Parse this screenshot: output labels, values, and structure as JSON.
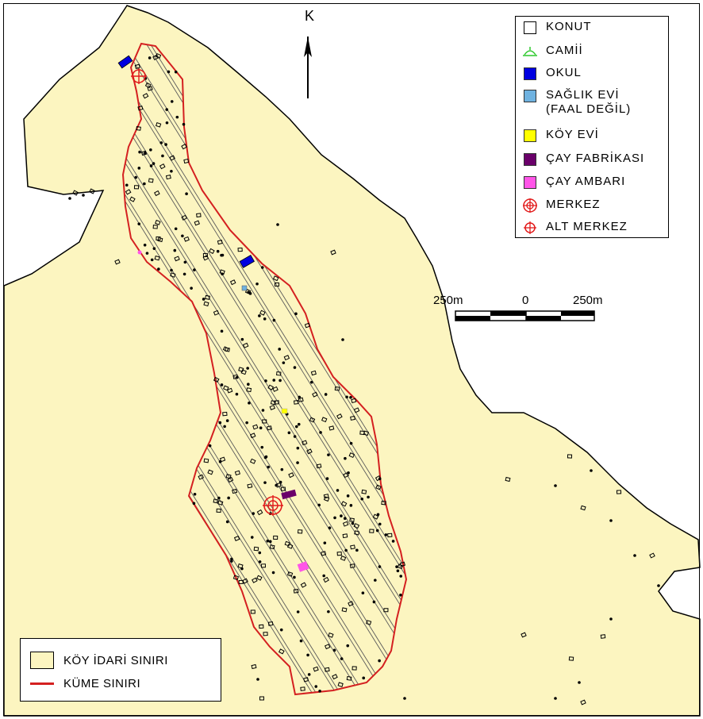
{
  "north_label": "K",
  "legend": {
    "items": [
      {
        "label": "KONUT",
        "symbol": "konut",
        "color": "#ffffff"
      },
      {
        "label": "CAMİİ",
        "symbol": "camii",
        "color": "#2cc82c"
      },
      {
        "label": "OKUL",
        "symbol": "okul",
        "color": "#0000e0"
      },
      {
        "label": "SAĞLIK EVİ",
        "label2": "(FAAL DEĞİL)",
        "symbol": "saglik",
        "color": "#6fb2e0"
      },
      {
        "label": "KÖY EVİ",
        "symbol": "koyevi",
        "color": "#ffff00"
      },
      {
        "label": "ÇAY FABRİKASI",
        "symbol": "fabrika",
        "color": "#6a006a"
      },
      {
        "label": "ÇAY AMBARI",
        "symbol": "ambar",
        "color": "#ff55e8"
      },
      {
        "label": "MERKEZ",
        "symbol": "merkez",
        "color": "#e21a1a"
      },
      {
        "label": "ALT MERKEZ",
        "symbol": "altmerkez",
        "color": "#e21a1a"
      }
    ]
  },
  "scale": {
    "left_label": "250m",
    "mid_label": "0",
    "right_label": "250m"
  },
  "bottom_legend": {
    "admin_label": "KÖY İDARİ SINIRI",
    "cluster_label": "KÜME SINIRI"
  },
  "colors": {
    "village_fill": "#fcf5c0",
    "cluster_border": "#d42020",
    "hatch": "#5a5a5a",
    "outer_outline": "#000000"
  }
}
